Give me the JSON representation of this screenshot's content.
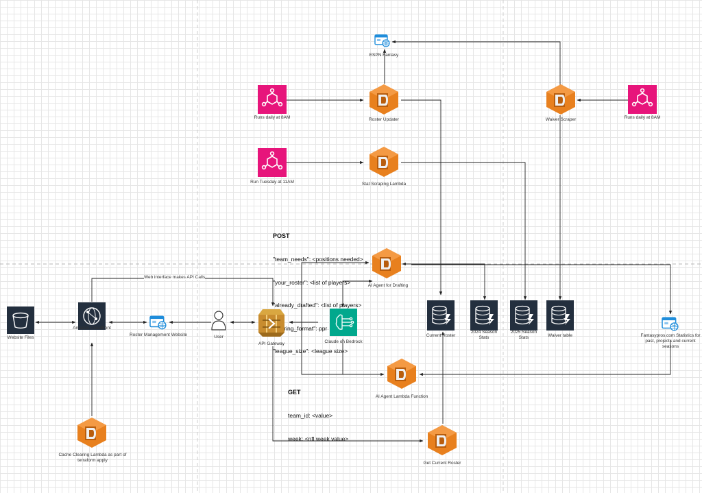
{
  "nodes": {
    "espn_fantasy": "ESPN Fantasy",
    "runs_daily_left": "Runs daily at 8AM",
    "roster_updater": "Roster Updater",
    "waiver_scraper": "Waiver Scraper",
    "runs_daily_right": "Runs daily at 8AM",
    "run_tuesday": "Run Tuesday at 11AM",
    "stat_scraping": "Stat Scraping Lambda",
    "ai_agent_drafting": "AI Agent for Drafting",
    "website_files": "Website Files",
    "amazon_cloudfront": "Amazon Cloudfront",
    "roster_mgmt_site": "Roster Management Website",
    "user": "User",
    "api_gateway": "API Gateway",
    "claude_bedrock": "Claude on Bedrock",
    "current_roster_db": "Current Roster",
    "stats_2024": "2024 Season Stats",
    "stats_2025": "2025 Season Stats",
    "waiver_table": "Waiver table",
    "fantasypros": "Fantasypros.com Statistics for past, projects and current seasons",
    "ai_agent_lambda": "AI Agent Lambda Function",
    "cache_clearing": "Cache Clearing Lambda as part of terraform apply",
    "get_current_roster": "Get Current Roster"
  },
  "edges": {
    "web_api_calls": "Web interface makes API Calls"
  },
  "post_request": {
    "method": "POST",
    "lines": [
      "\"team_needs\": <positions needed>",
      "\"your_roster\": <list of players>",
      "\"already_drafted\": <list of players>",
      "\"scoring_format\": ppr",
      "\"league_size\": <league size>"
    ]
  },
  "get_request": {
    "method": "GET",
    "lines": [
      "team_id: <value>",
      "week: <nfl week value>"
    ]
  },
  "colors": {
    "lambda": "#e8801e",
    "eventbridge": "#e7157b",
    "bedrock": "#01a88d",
    "dark": "#232f3e",
    "web": "#1f8ddb"
  }
}
